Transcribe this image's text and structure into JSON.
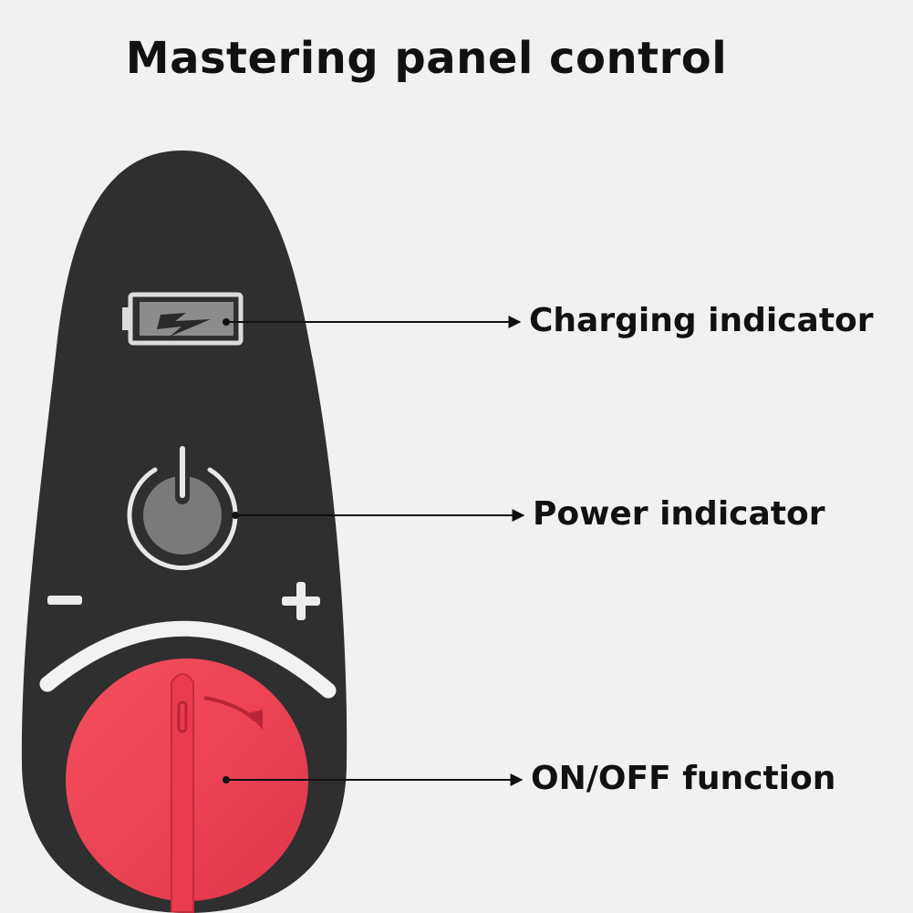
{
  "title": "Mastering panel control",
  "labels": {
    "charging": "Charging indicator",
    "power": "Power indicator",
    "onoff": "ON/OFF function"
  },
  "panel": {
    "minus_symbol": "−",
    "plus_symbol": "+"
  },
  "icons": {
    "battery": "battery-charging-icon",
    "power": "power-icon",
    "knob": "rotary-knob",
    "arrow": "rotate-clockwise-icon"
  },
  "colors": {
    "panel_body": "#2f2f2f",
    "knob": "#ee3f52",
    "indicator_gray": "#7a7a7a",
    "background": "#f1f1f1"
  }
}
